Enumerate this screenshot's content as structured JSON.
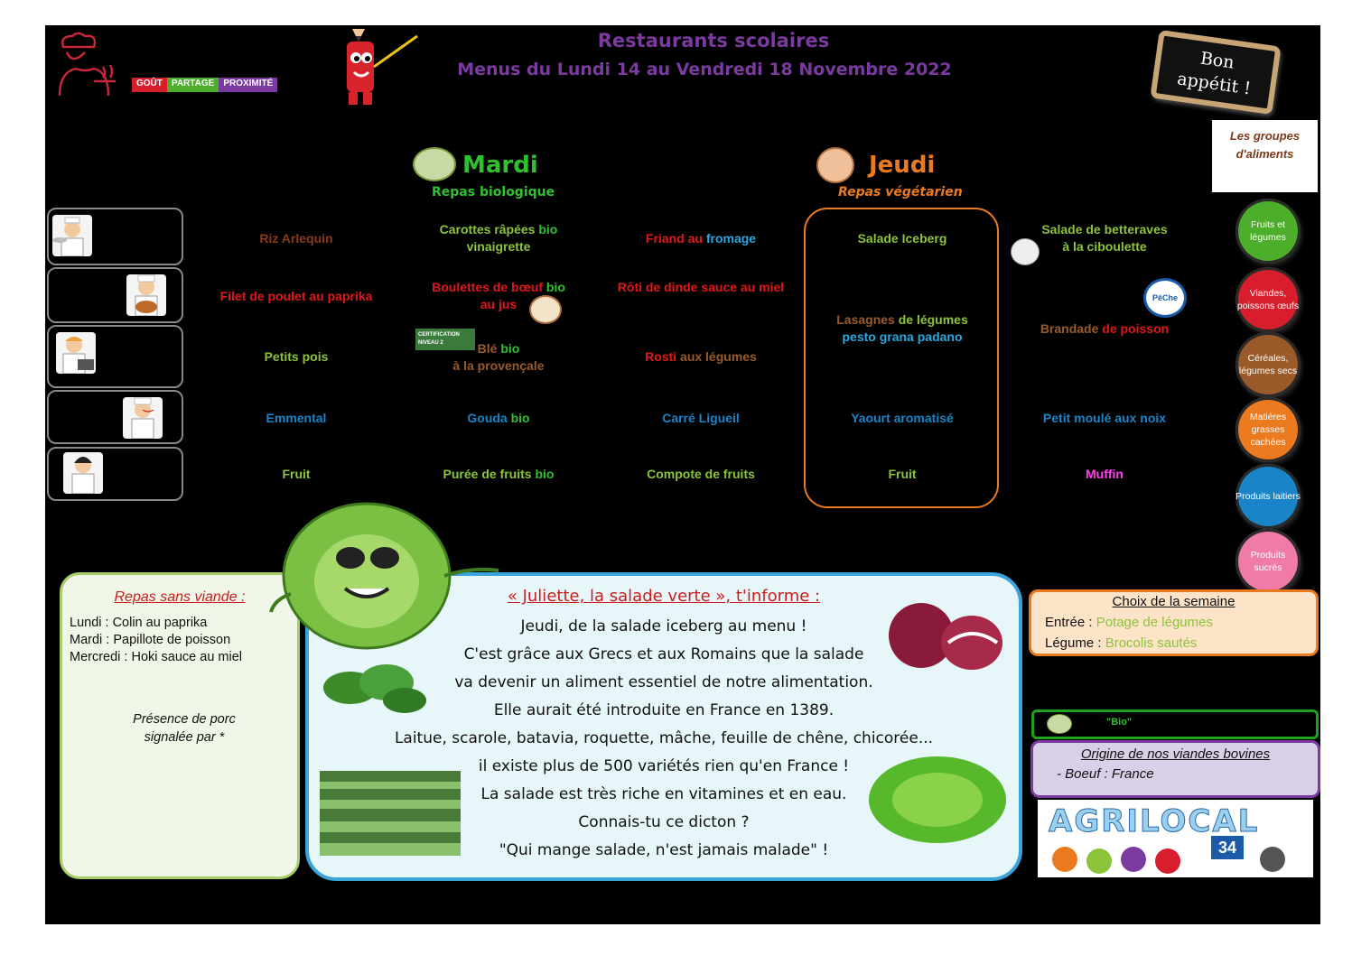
{
  "header": {
    "title": "Restaurants scolaires",
    "subtitle": "Menus du Lundi 14 au Vendredi 18 Novembre 2022",
    "tagline": [
      "GOÛT",
      "PARTAGE",
      "PROXIMITÉ"
    ],
    "bon_appetit": [
      "Bon",
      "appétit !"
    ]
  },
  "days": {
    "mardi": {
      "name": "Mardi",
      "subtitle": "Repas biologique"
    },
    "jeudi": {
      "name": "Jeudi",
      "subtitle": "Repas végétarien"
    }
  },
  "menu": {
    "lundi": {
      "entree": "Riz Arlequin",
      "plat": "Filet de poulet au paprika",
      "legume": "Petits pois",
      "laitage": "Emmental",
      "dessert": "Fruit"
    },
    "mardi": {
      "entree": {
        "a": "Carottes râpées ",
        "b": "bio",
        "c": "vinaigrette"
      },
      "plat": {
        "a": "Boulettes de bœuf ",
        "b": "bio",
        "c": "au jus"
      },
      "legume": {
        "a": "Blé ",
        "b": "bio",
        "c": "à la provençale"
      },
      "laitage": {
        "a": "Gouda ",
        "b": "bio"
      },
      "dessert": {
        "a": "Purée de fruits ",
        "b": "bio"
      }
    },
    "mercredi": {
      "entree": {
        "a": "Friand au ",
        "b": "fromage"
      },
      "plat": "Rôti de dinde sauce au miel",
      "legume": {
        "a": "Rosti ",
        "b": "aux légumes"
      },
      "laitage": "Carré Ligueil",
      "dessert": "Compote de fruits"
    },
    "jeudi": {
      "entree": "Salade Iceberg",
      "plat": {
        "a": "Lasagnes ",
        "b": "de légumes",
        "c": "pesto grana padano"
      },
      "laitage": "Yaourt aromatisé",
      "dessert": "Fruit"
    },
    "vendredi": {
      "entree": {
        "a": "Salade de betteraves",
        "b": "à la ciboulette"
      },
      "plat": {
        "a": "Brandade ",
        "b": "de poisson"
      },
      "laitage": "Petit moulé aux noix",
      "dessert": "Muffin"
    },
    "peche_label": "PêChe"
  },
  "groups": {
    "title": "Les groupes d'aliments",
    "items": [
      {
        "label": "Fruits et légumes",
        "color": "#4cae2a"
      },
      {
        "label": "Viandes, poissons œufs",
        "color": "#d81e2c"
      },
      {
        "label": "Céréales, légumes secs",
        "color": "#9a5a2a"
      },
      {
        "label": "Matières grasses cachées",
        "color": "#ec7a1e"
      },
      {
        "label": "Produits laitiers",
        "color": "#1a84c8"
      },
      {
        "label": "Produits sucrés",
        "color": "#f07aa8"
      }
    ]
  },
  "sans_viande": {
    "title": "Repas sans viande :",
    "items": [
      {
        "day": "Lundi : ",
        "dish": "Colin au paprika"
      },
      {
        "day": "Mardi : ",
        "dish": "Papillote de poisson"
      },
      {
        "day": "Mercredi : ",
        "dish": "Hoki sauce au miel"
      }
    ],
    "porc_note": [
      "Présence de porc",
      "signalée par *"
    ]
  },
  "info": {
    "title": "« Juliette, la salade verte », t'informe :",
    "lines": [
      "Jeudi, de la salade iceberg au menu !",
      "C'est grâce aux Grecs et aux Romains que la salade",
      "va devenir un aliment essentiel de notre alimentation.",
      "Elle aurait été introduite en France en 1389.",
      "Laitue, scarole, batavia, roquette, mâche, feuille de chêne, chicorée...",
      "il existe plus de 500 variétés rien qu'en France !",
      "La salade est très riche en vitamines et en eau.",
      "Connais-tu ce dicton ?",
      "\"Qui mange salade, n'est jamais malade\" !"
    ]
  },
  "choix": {
    "title": "Choix de la semaine",
    "entree_label": "Entrée : ",
    "entree_value": "Potage de légumes",
    "legume_label": "Légume : ",
    "legume_value": "Brocolis sautés"
  },
  "bio_legend": "\"Bio\"",
  "certification": [
    "CERTIFICATION",
    "NIVEAU 2"
  ],
  "origine": {
    "title": "Origine de nos viandes bovines",
    "line": "- Boeuf : France"
  },
  "agrilocal": {
    "name": "AGRILOCAL",
    "number": "34"
  },
  "colors": {
    "purple": "#7a3aa0",
    "orange": "#e97a1e",
    "green": "#1fa31f",
    "blue": "#1a84c8",
    "red": "#d81e2c"
  }
}
